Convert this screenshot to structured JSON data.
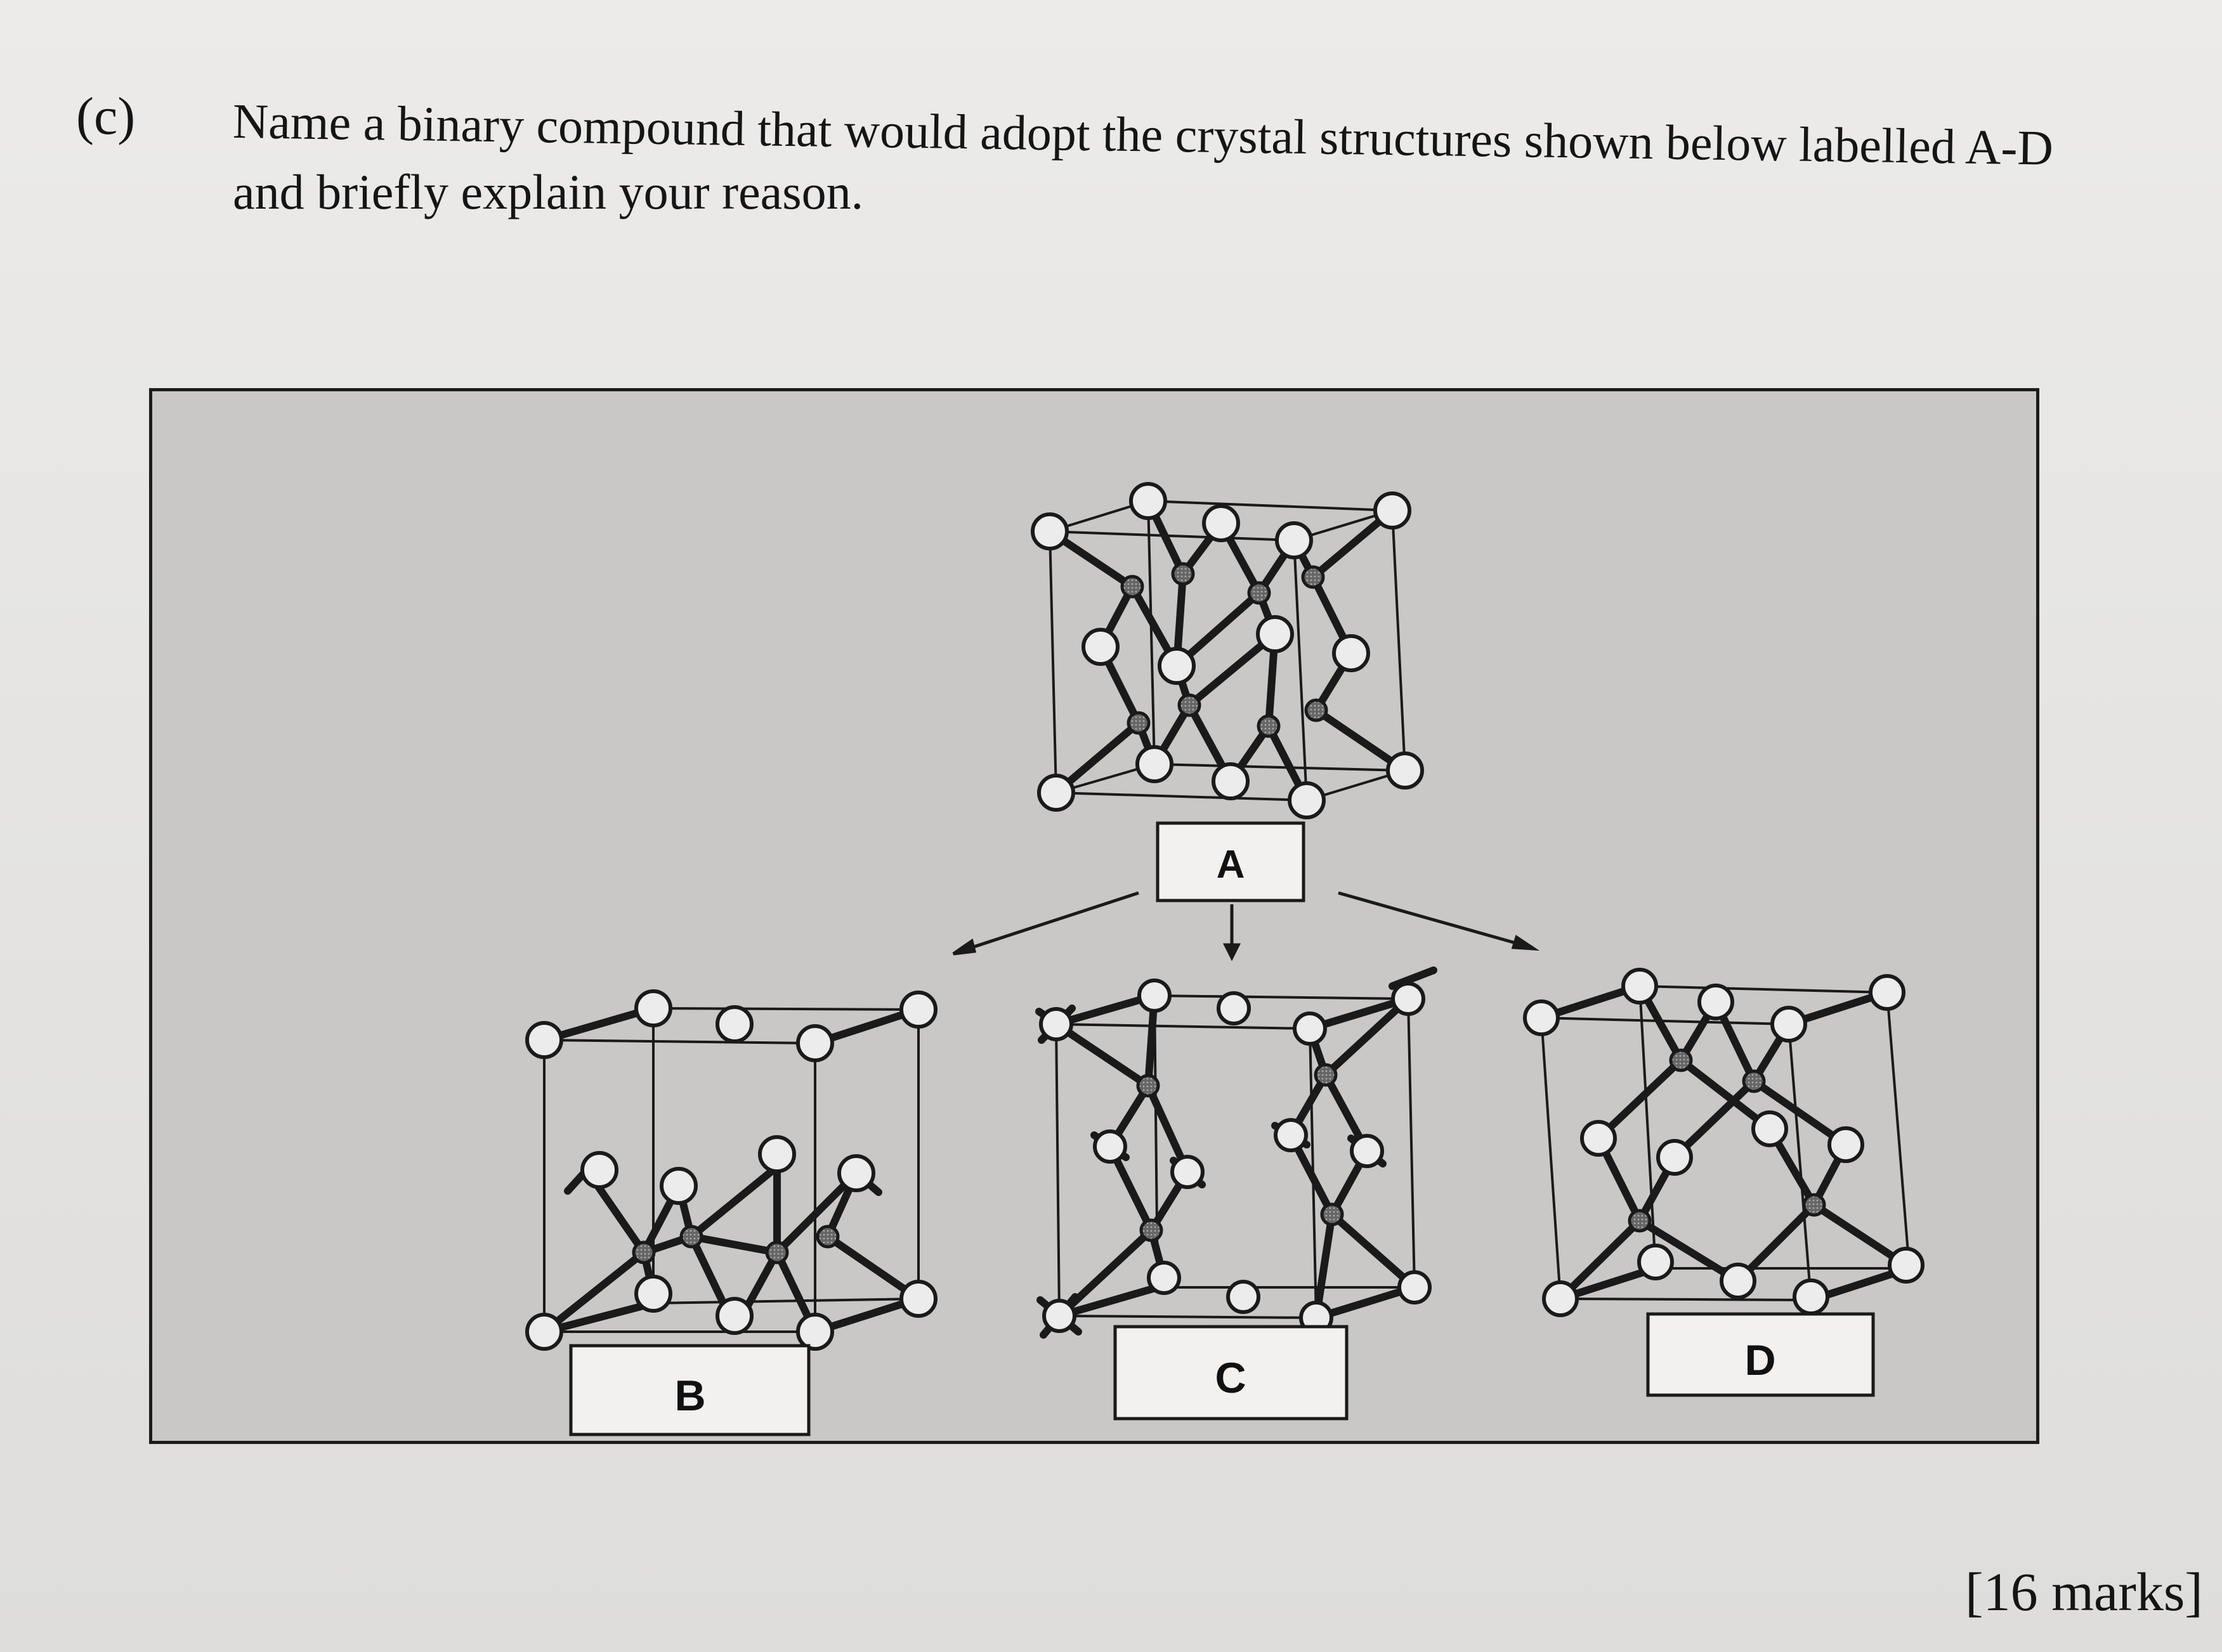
{
  "question": {
    "label": "(c)",
    "line1": "Name a binary compound that would adopt the crystal structures shown below labelled A-D",
    "line2": "and briefly explain your reason."
  },
  "figure": {
    "labels": {
      "a": "A",
      "b": "B",
      "c": "C",
      "d": "D"
    },
    "colors": {
      "panel": "#c9c8c6",
      "open_atom": "#ececec",
      "filled_atom": "#777777",
      "bond": "#1a1a1a"
    }
  },
  "marks": "[16 marks]"
}
